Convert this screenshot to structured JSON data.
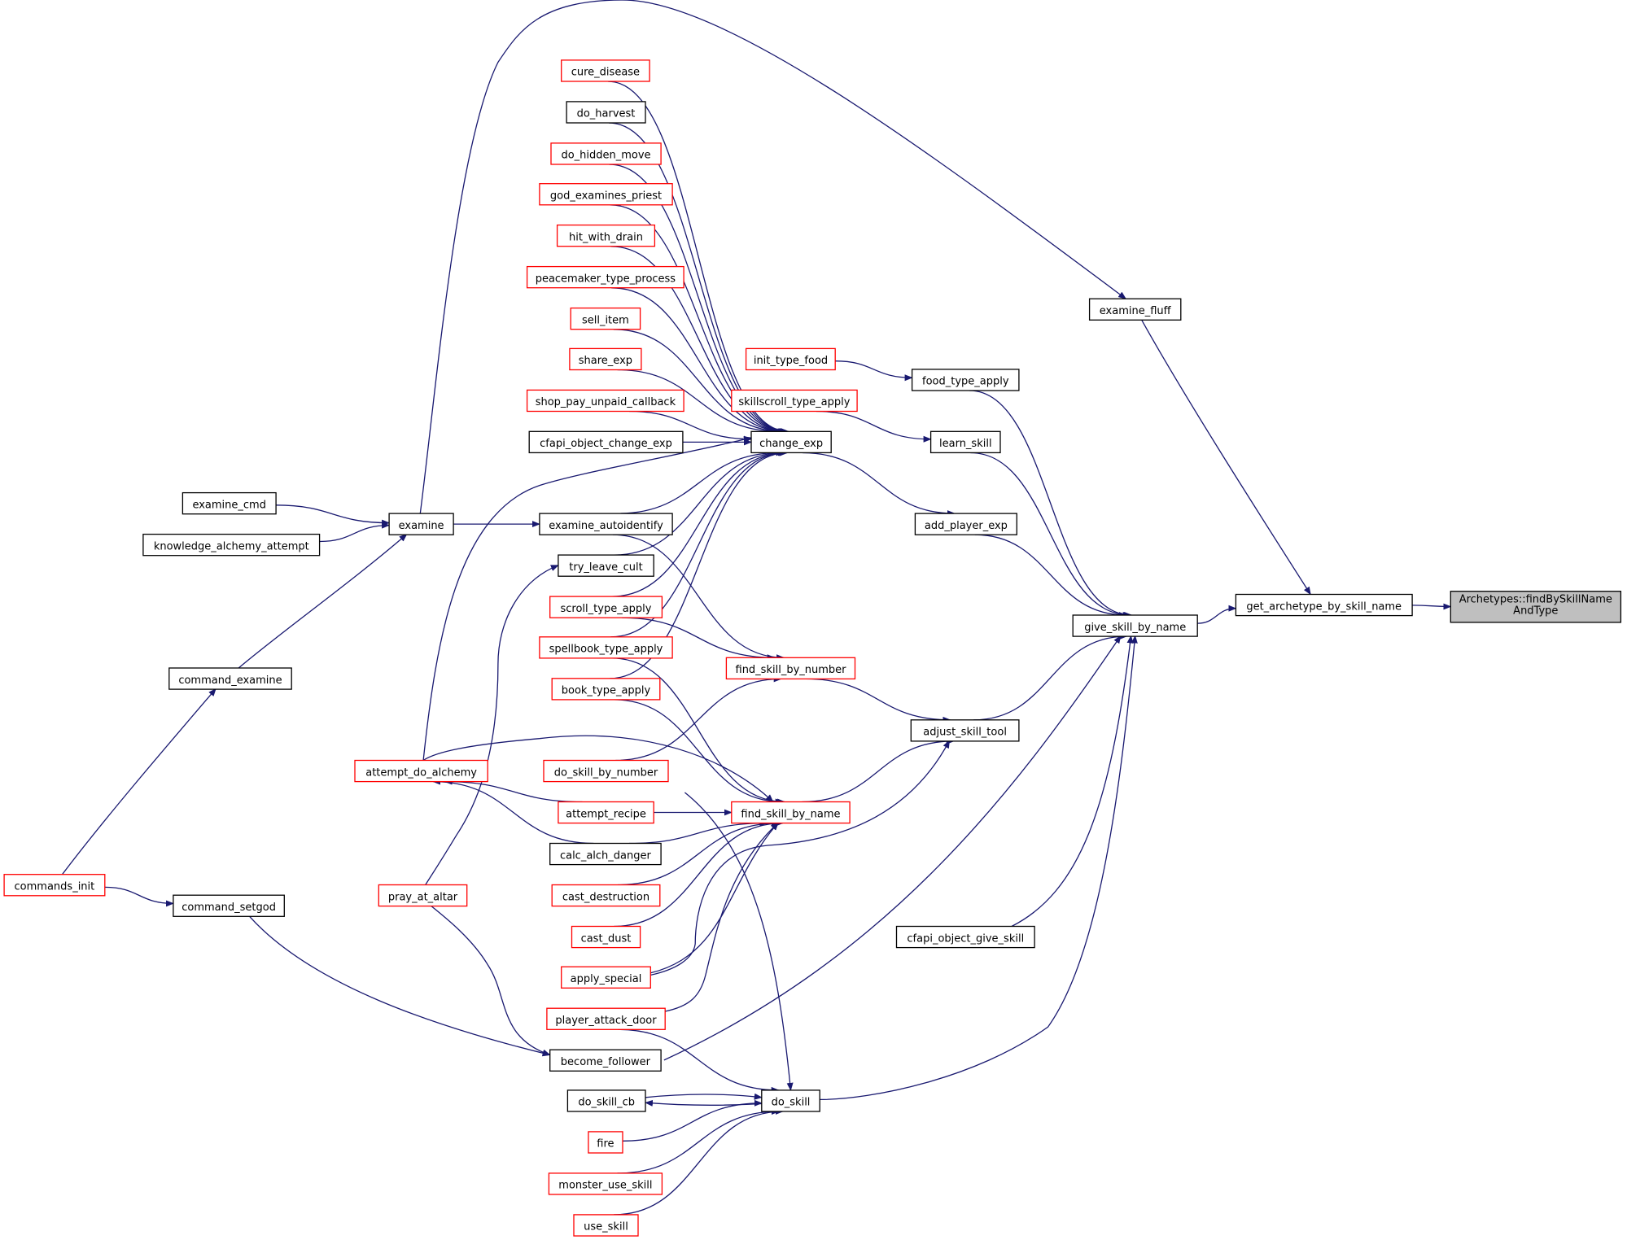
{
  "colors": {
    "edge": "#191970",
    "border_black": "#000000",
    "border_red": "#ff0000",
    "focus_fill": "#bfbfbf",
    "node_fill": "#ffffff"
  },
  "nodes": [
    {
      "id": "focus",
      "label": "Archetypes::findBySkillName",
      "label2": "AndType",
      "style": "focus"
    },
    {
      "id": "get_archetype",
      "label": "get_archetype_by_skill_name",
      "style": "black"
    },
    {
      "id": "give_skill",
      "label": "give_skill_by_name",
      "style": "black"
    },
    {
      "id": "examine_fluff",
      "label": "examine_fluff",
      "style": "black"
    },
    {
      "id": "food_type_apply",
      "label": "food_type_apply",
      "style": "black"
    },
    {
      "id": "init_type_food",
      "label": "init_type_food",
      "style": "red"
    },
    {
      "id": "learn_skill",
      "label": "learn_skill",
      "style": "black"
    },
    {
      "id": "skillscroll",
      "label": "skillscroll_type_apply",
      "style": "red"
    },
    {
      "id": "add_player_exp",
      "label": "add_player_exp",
      "style": "black"
    },
    {
      "id": "adjust_skill_tool",
      "label": "adjust_skill_tool",
      "style": "black"
    },
    {
      "id": "cfapi_give_skill",
      "label": "cfapi_object_give_skill",
      "style": "black"
    },
    {
      "id": "change_exp",
      "label": "change_exp",
      "style": "black"
    },
    {
      "id": "cure_disease",
      "label": "cure_disease",
      "style": "red"
    },
    {
      "id": "do_harvest",
      "label": "do_harvest",
      "style": "black"
    },
    {
      "id": "do_hidden_move",
      "label": "do_hidden_move",
      "style": "red"
    },
    {
      "id": "god_examines_priest",
      "label": "god_examines_priest",
      "style": "red"
    },
    {
      "id": "hit_with_drain",
      "label": "hit_with_drain",
      "style": "red"
    },
    {
      "id": "peacemaker",
      "label": "peacemaker_type_process",
      "style": "red"
    },
    {
      "id": "sell_item",
      "label": "sell_item",
      "style": "red"
    },
    {
      "id": "share_exp",
      "label": "share_exp",
      "style": "red"
    },
    {
      "id": "shop_pay",
      "label": "shop_pay_unpaid_callback",
      "style": "red"
    },
    {
      "id": "cfapi_change_exp",
      "label": "cfapi_object_change_exp",
      "style": "black"
    },
    {
      "id": "examine_autoidentify",
      "label": "examine_autoidentify",
      "style": "black"
    },
    {
      "id": "try_leave_cult",
      "label": "try_leave_cult",
      "style": "black"
    },
    {
      "id": "scroll_type_apply",
      "label": "scroll_type_apply",
      "style": "red"
    },
    {
      "id": "spellbook_type_apply",
      "label": "spellbook_type_apply",
      "style": "red"
    },
    {
      "id": "book_type_apply",
      "label": "book_type_apply",
      "style": "red"
    },
    {
      "id": "find_skill_by_number",
      "label": "find_skill_by_number",
      "style": "red"
    },
    {
      "id": "find_skill_by_name",
      "label": "find_skill_by_name",
      "style": "red"
    },
    {
      "id": "do_skill_by_number",
      "label": "do_skill_by_number",
      "style": "red"
    },
    {
      "id": "attempt_recipe",
      "label": "attempt_recipe",
      "style": "red"
    },
    {
      "id": "calc_alch_danger",
      "label": "calc_alch_danger",
      "style": "black"
    },
    {
      "id": "cast_destruction",
      "label": "cast_destruction",
      "style": "red"
    },
    {
      "id": "cast_dust",
      "label": "cast_dust",
      "style": "red"
    },
    {
      "id": "apply_special",
      "label": "apply_special",
      "style": "red"
    },
    {
      "id": "player_attack_door",
      "label": "player_attack_door",
      "style": "red"
    },
    {
      "id": "become_follower",
      "label": "become_follower",
      "style": "black"
    },
    {
      "id": "do_skill",
      "label": "do_skill",
      "style": "black"
    },
    {
      "id": "do_skill_cb",
      "label": "do_skill_cb",
      "style": "black"
    },
    {
      "id": "fire",
      "label": "fire",
      "style": "red"
    },
    {
      "id": "monster_use_skill",
      "label": "monster_use_skill",
      "style": "red"
    },
    {
      "id": "use_skill",
      "label": "use_skill",
      "style": "red"
    },
    {
      "id": "examine",
      "label": "examine",
      "style": "black"
    },
    {
      "id": "examine_cmd",
      "label": "examine_cmd",
      "style": "black"
    },
    {
      "id": "knowledge_alchemy",
      "label": "knowledge_alchemy_attempt",
      "style": "black"
    },
    {
      "id": "command_examine",
      "label": "command_examine",
      "style": "black"
    },
    {
      "id": "commands_init",
      "label": "commands_init",
      "style": "red"
    },
    {
      "id": "command_setgod",
      "label": "command_setgod",
      "style": "black"
    },
    {
      "id": "attempt_do_alchemy",
      "label": "attempt_do_alchemy",
      "style": "red"
    },
    {
      "id": "pray_at_altar",
      "label": "pray_at_altar",
      "style": "red"
    }
  ],
  "edges": [
    {
      "from": "focus",
      "to": "get_archetype"
    },
    {
      "from": "get_archetype",
      "to": "give_skill"
    },
    {
      "from": "get_archetype",
      "to": "examine_fluff"
    },
    {
      "from": "examine_fluff",
      "to": "examine"
    },
    {
      "from": "give_skill",
      "to": "food_type_apply"
    },
    {
      "from": "give_skill",
      "to": "learn_skill"
    },
    {
      "from": "give_skill",
      "to": "add_player_exp"
    },
    {
      "from": "give_skill",
      "to": "adjust_skill_tool"
    },
    {
      "from": "give_skill",
      "to": "cfapi_give_skill"
    },
    {
      "from": "give_skill",
      "to": "become_follower"
    },
    {
      "from": "give_skill",
      "to": "do_skill"
    },
    {
      "from": "food_type_apply",
      "to": "init_type_food"
    },
    {
      "from": "learn_skill",
      "to": "skillscroll"
    },
    {
      "from": "add_player_exp",
      "to": "change_exp"
    },
    {
      "from": "adjust_skill_tool",
      "to": "find_skill_by_number"
    },
    {
      "from": "adjust_skill_tool",
      "to": "find_skill_by_name"
    },
    {
      "from": "adjust_skill_tool",
      "to": "apply_special"
    },
    {
      "from": "change_exp",
      "to": "cure_disease"
    },
    {
      "from": "change_exp",
      "to": "do_harvest"
    },
    {
      "from": "change_exp",
      "to": "do_hidden_move"
    },
    {
      "from": "change_exp",
      "to": "god_examines_priest"
    },
    {
      "from": "change_exp",
      "to": "hit_with_drain"
    },
    {
      "from": "change_exp",
      "to": "peacemaker"
    },
    {
      "from": "change_exp",
      "to": "sell_item"
    },
    {
      "from": "change_exp",
      "to": "share_exp"
    },
    {
      "from": "change_exp",
      "to": "shop_pay"
    },
    {
      "from": "change_exp",
      "to": "cfapi_change_exp"
    },
    {
      "from": "change_exp",
      "to": "examine_autoidentify"
    },
    {
      "from": "change_exp",
      "to": "try_leave_cult"
    },
    {
      "from": "change_exp",
      "to": "scroll_type_apply"
    },
    {
      "from": "change_exp",
      "to": "spellbook_type_apply"
    },
    {
      "from": "change_exp",
      "to": "book_type_apply"
    },
    {
      "from": "change_exp",
      "to": "attempt_do_alchemy"
    },
    {
      "from": "find_skill_by_number",
      "to": "examine_autoidentify"
    },
    {
      "from": "find_skill_by_number",
      "to": "scroll_type_apply"
    },
    {
      "from": "find_skill_by_number",
      "to": "do_skill_by_number"
    },
    {
      "from": "find_skill_by_name",
      "to": "spellbook_type_apply"
    },
    {
      "from": "find_skill_by_name",
      "to": "book_type_apply"
    },
    {
      "from": "find_skill_by_name",
      "to": "attempt_do_alchemy"
    },
    {
      "from": "find_skill_by_name",
      "to": "attempt_recipe"
    },
    {
      "from": "find_skill_by_name",
      "to": "calc_alch_danger"
    },
    {
      "from": "find_skill_by_name",
      "to": "cast_destruction"
    },
    {
      "from": "find_skill_by_name",
      "to": "cast_dust"
    },
    {
      "from": "find_skill_by_name",
      "to": "apply_special"
    },
    {
      "from": "find_skill_by_name",
      "to": "player_attack_door"
    },
    {
      "from": "do_skill",
      "to": "do_skill_by_number"
    },
    {
      "from": "do_skill",
      "to": "player_attack_door"
    },
    {
      "from": "do_skill",
      "to": "do_skill_cb"
    },
    {
      "from": "do_skill",
      "to": "fire"
    },
    {
      "from": "do_skill",
      "to": "monster_use_skill"
    },
    {
      "from": "do_skill",
      "to": "use_skill"
    },
    {
      "from": "do_skill_cb",
      "to": "do_skill"
    },
    {
      "from": "examine",
      "to": "examine_cmd"
    },
    {
      "from": "examine",
      "to": "knowledge_alchemy"
    },
    {
      "from": "examine",
      "to": "command_examine"
    },
    {
      "from": "examine_autoidentify",
      "to": "examine"
    },
    {
      "from": "command_examine",
      "to": "commands_init"
    },
    {
      "from": "command_setgod",
      "to": "commands_init"
    },
    {
      "from": "become_follower",
      "to": "command_setgod"
    },
    {
      "from": "become_follower",
      "to": "pray_at_altar"
    },
    {
      "from": "try_leave_cult",
      "to": "pray_at_altar"
    },
    {
      "from": "attempt_do_alchemy",
      "to": "attempt_recipe"
    },
    {
      "from": "attempt_do_alchemy",
      "to": "calc_alch_danger"
    }
  ]
}
